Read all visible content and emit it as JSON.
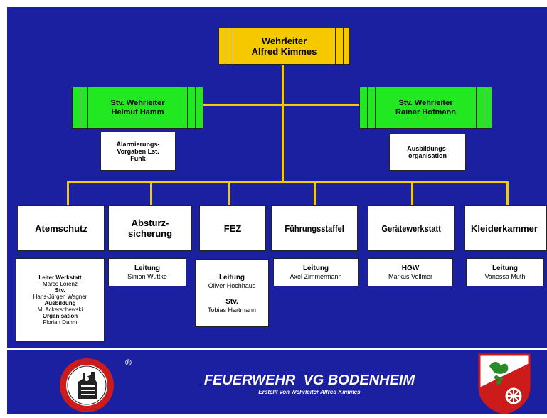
{
  "top": {
    "title": "Wehrleiter",
    "name": "Alfred Kimmes"
  },
  "deputies": [
    {
      "title": "Stv. Wehrleiter",
      "name": "Helmut Hamm",
      "note_lines": [
        "Alarmierungs-",
        "Vorgaben  Lst.",
        "Funk"
      ]
    },
    {
      "title": "Stv. Wehrleiter",
      "name": "Rainer Hofmann",
      "note_lines": [
        "Ausbildungs-",
        "organisation"
      ]
    }
  ],
  "departments": [
    {
      "label": "Atemschutz",
      "details": [
        {
          "text": "Leiter Werkstatt",
          "bold": true
        },
        {
          "text": "Marco Lorenz",
          "bold": false
        },
        {
          "text": "Stv.",
          "bold": true
        },
        {
          "text": "Hans-Jürgen Wagner",
          "bold": false
        },
        {
          "text": "Ausbildung",
          "bold": true
        },
        {
          "text": "M. Ackerschewski",
          "bold": false
        },
        {
          "text": "Organisation",
          "bold": true
        },
        {
          "text": "Florian Dahm",
          "bold": false
        }
      ]
    },
    {
      "label_lines": [
        "Absturz-",
        "sicherung"
      ],
      "details": [
        {
          "text": "Leitung",
          "bold": true
        },
        {
          "text": "Simon  Wuttke",
          "bold": false
        }
      ]
    },
    {
      "label": "FEZ",
      "details": [
        {
          "text": "Leitung",
          "bold": true
        },
        {
          "text": "Oliver Hochhaus",
          "bold": false
        },
        {
          "text": "",
          "bold": false
        },
        {
          "text": "Stv.",
          "bold": true
        },
        {
          "text": "Tobias Hartmann",
          "bold": false
        }
      ]
    },
    {
      "label": "Führungsstaffel",
      "details": [
        {
          "text": "Leitung",
          "bold": true
        },
        {
          "text": "Axel  Zimmermann",
          "bold": false
        }
      ]
    },
    {
      "label": "Gerätewerkstatt",
      "details": [
        {
          "text": "HGW",
          "bold": true
        },
        {
          "text": "Markus Vollmer",
          "bold": false
        }
      ]
    },
    {
      "label": "Kleiderkammer",
      "details": [
        {
          "text": "Leitung",
          "bold": true
        },
        {
          "text": "Vanessa   Muth",
          "bold": false
        }
      ]
    }
  ],
  "footer": {
    "title": "FEUERWEHR  VG BODENHEIM",
    "subtitle": "Erstellt von Wehrleiter Alfred Kimmes",
    "registered_mark": "®"
  },
  "icons": {
    "left": "fire-brigade-emblem-icon",
    "right": "coat-of-arms-icon"
  },
  "colors": {
    "background": "#1a20a0",
    "lines": "#f5c800",
    "top_box": "#f5c800",
    "deputy_box": "#22e822",
    "footer_text": "#ffffff"
  }
}
